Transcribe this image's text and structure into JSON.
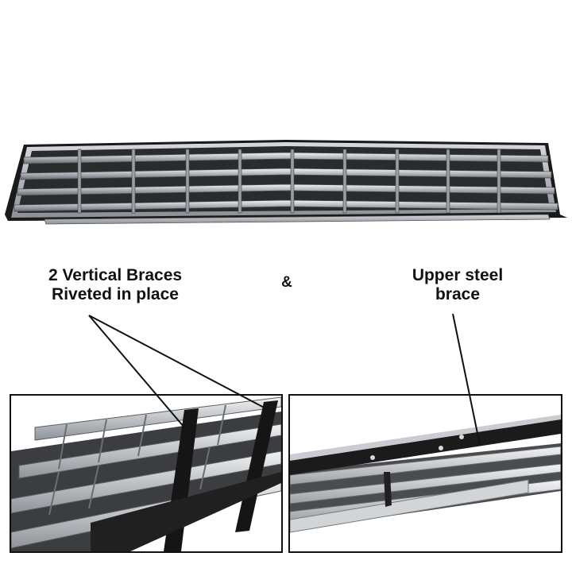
{
  "captions": {
    "left": {
      "line1": "2 Vertical Braces",
      "line2": "Riveted in place"
    },
    "ampersand": "&",
    "right": {
      "line1": "Upper steel",
      "line2": "brace"
    }
  },
  "colors": {
    "background": "#ffffff",
    "chrome_light": "#e4e6e8",
    "chrome_mid": "#a9adb2",
    "chrome_dark": "#5c6066",
    "black_paint": "#161616",
    "caption_text": "#111111",
    "frame_border": "#111111"
  },
  "icons": {
    "grille": "chrome-grille-photo",
    "detail_left": "vertical-braces-closeup-photo",
    "detail_right": "upper-steel-brace-closeup-photo"
  }
}
